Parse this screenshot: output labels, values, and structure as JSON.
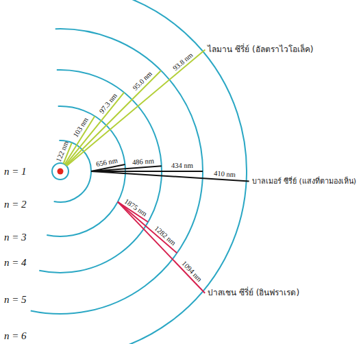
{
  "diagram": {
    "labels": [
      "n = 1",
      "n = 2",
      "n = 3",
      "n = 4",
      "n = 5",
      "n = 6",
      "122 nm",
      "103 nm",
      "97.3 nm",
      "95.0 nm",
      "93.8 nm",
      "ไลมาน ซีรี่ย์ (อัลตราไวโอเล็ค)",
      "656 nm",
      "486 nm",
      "434 nm",
      "410 nm",
      "บาลเมอร์ ซีรี่ย์ (แสงที่ตามองเห็น)",
      "1875 nm",
      "1282 nm",
      "1094 nm",
      "ปาสเชน ซีรี่ย์ (อินฟราเรด)"
    ]
  }
}
